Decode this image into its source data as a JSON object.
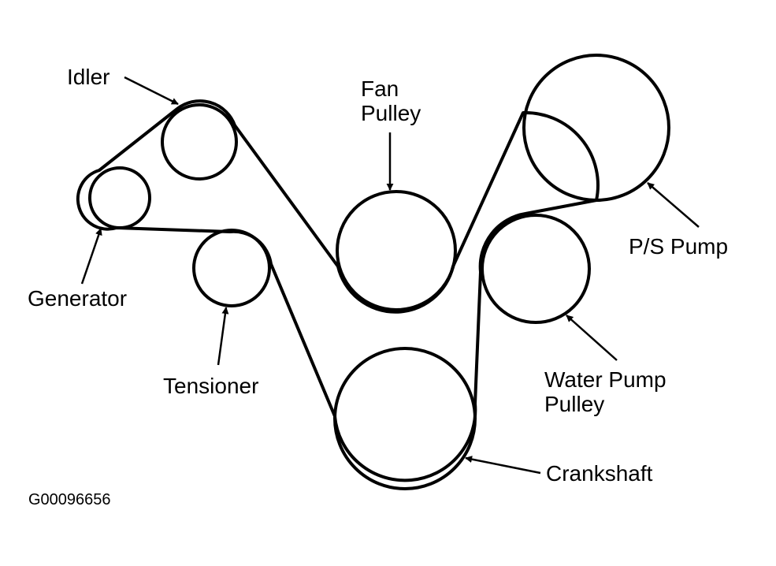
{
  "labels": {
    "idler": "Idler",
    "fan": [
      "Fan",
      "Pulley"
    ],
    "ps_pump": "P/S Pump",
    "generator": "Generator",
    "tensioner": "Tensioner",
    "water_pump": [
      "Water Pump",
      "Pulley"
    ],
    "crankshaft": "Crankshaft"
  },
  "figure_code": "G00096656",
  "colors": {
    "line": "#000000",
    "background": "#ffffff"
  }
}
